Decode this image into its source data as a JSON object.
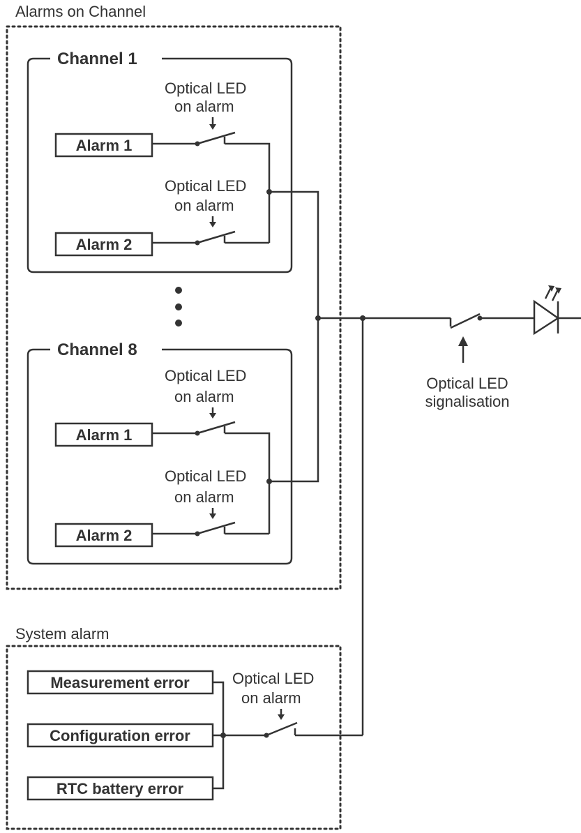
{
  "groups": {
    "alarms_on_channel": "Alarms on Channel",
    "system_alarm": "System alarm"
  },
  "channels": [
    {
      "title": "Channel 1",
      "alarms": [
        "Alarm 1",
        "Alarm 2"
      ]
    },
    {
      "title": "Channel 8",
      "alarms": [
        "Alarm 1",
        "Alarm 2"
      ]
    }
  ],
  "switch_label": {
    "line1": "Optical LED",
    "line2": "on alarm"
  },
  "system_errors": [
    "Measurement error",
    "Configuration error",
    "RTC battery error"
  ],
  "signalisation": {
    "line1": "Optical LED",
    "line2": "signalisation"
  },
  "ellipsis_symbol": "vertical-dots",
  "led_symbol": "led-diode-icon",
  "colors": {
    "stroke": "#333333",
    "background": "#ffffff"
  }
}
